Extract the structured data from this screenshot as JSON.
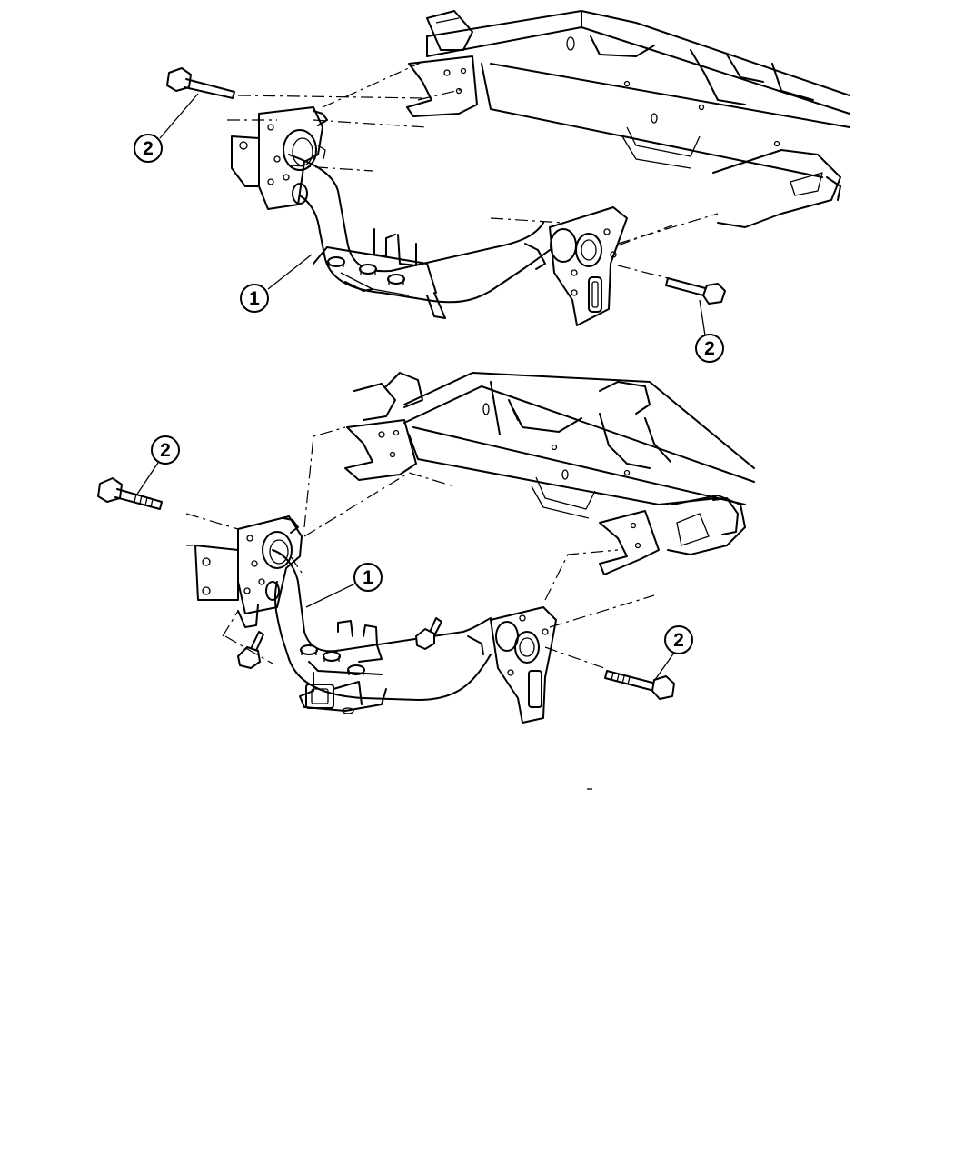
{
  "callouts": {
    "top_left_bolt": "2",
    "top_hitch": "1",
    "top_right_bolt": "2",
    "bottom_left_bolt": "2",
    "bottom_hitch": "1",
    "bottom_right_bolt": "2"
  }
}
